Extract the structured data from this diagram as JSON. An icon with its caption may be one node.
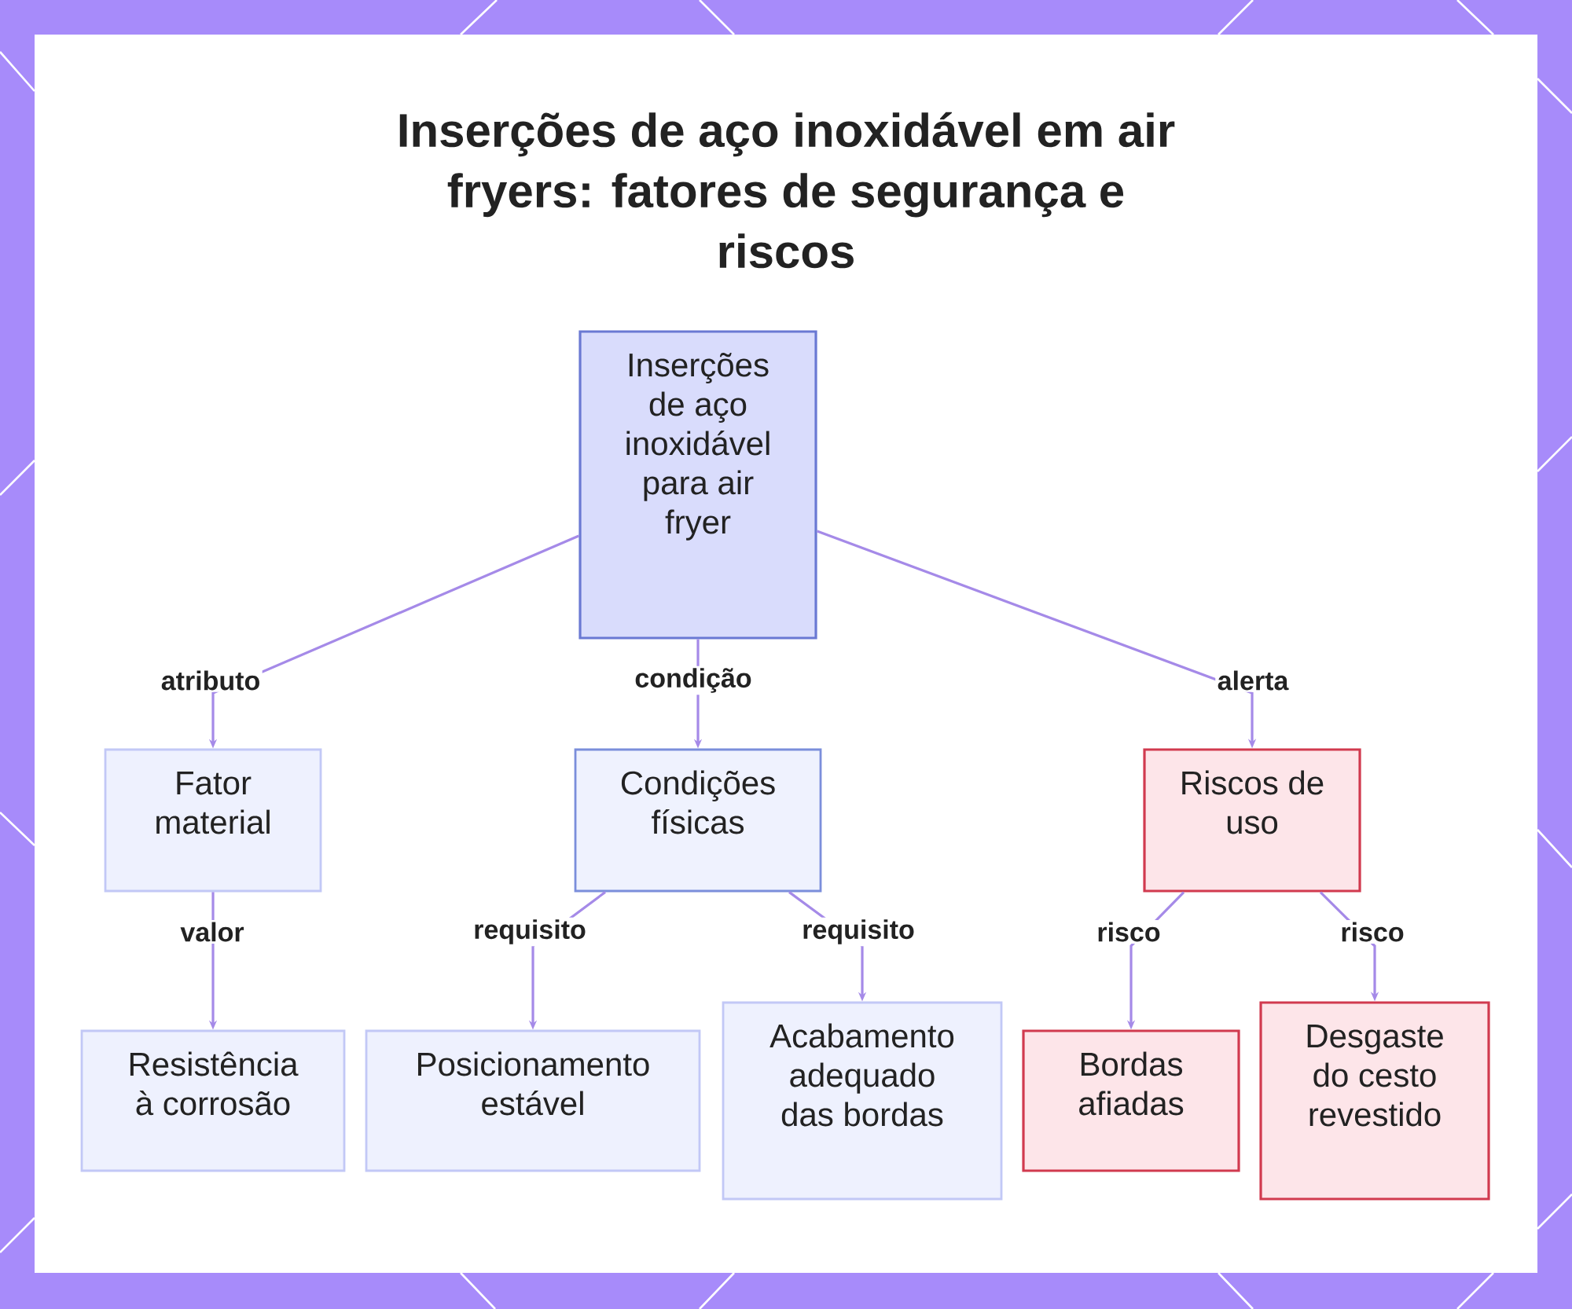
{
  "diagram": {
    "title": "Inserções de aço inoxidável em air fryers: fatores de segurança e riscos",
    "nodes": [
      {
        "text": [
          "Inserções de aço inoxidável para air fryer"
        ]
      },
      {
        "text": [
          "Fator material"
        ]
      },
      {
        "text": [
          "Condições físicas"
        ]
      },
      {
        "text": [
          "Riscos de uso"
        ]
      },
      {
        "text": [
          "Resistência à corrosão"
        ]
      },
      {
        "text": [
          "Posicionamento estável"
        ]
      },
      {
        "text": [
          "Acabamento adequado das bordas"
        ]
      },
      {
        "text": [
          "Bordas afiadas"
        ]
      },
      {
        "text": [
          "Desgaste do cesto revestido"
        ]
      }
    ],
    "edges": [
      {
        "from": 0,
        "to": 1,
        "arrow": "to",
        "label": "atributo"
      },
      {
        "from": 0,
        "to": 2,
        "arrow": "to",
        "label": "condição"
      },
      {
        "from": 0,
        "to": 3,
        "arrow": "to",
        "label": "alerta"
      },
      {
        "from": 1,
        "to": 4,
        "arrow": "to",
        "label": "valor"
      },
      {
        "from": 2,
        "to": 5,
        "arrow": "to",
        "label": "requisito"
      },
      {
        "from": 2,
        "to": 6,
        "arrow": "to",
        "label": "requisito"
      },
      {
        "from": 3,
        "to": 7,
        "arrow": "to",
        "label": "risco"
      },
      {
        "from": 3,
        "to": 8,
        "arrow": "to",
        "label": "risco"
      }
    ]
  }
}
